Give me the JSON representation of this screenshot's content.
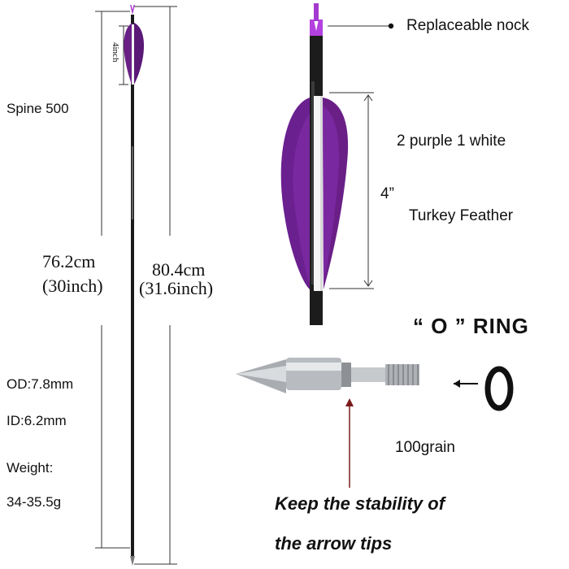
{
  "labels": {
    "spine": "Spine 500",
    "fletch_len_small": "4inch",
    "len_30_cm": "76.2cm",
    "len_30_in": "(30inch)",
    "len_31_cm": "80.4cm",
    "len_31_in": "(31.6inch)",
    "od": "OD:7.8mm",
    "id": "ID:6.2mm",
    "weight_label": "Weight:",
    "weight_value": "34-35.5g",
    "nock": "Replaceable nock",
    "fletch_colors": "2 purple 1 white",
    "fletch_len": "4”",
    "feather": "Turkey Feather",
    "ring_title": "“ O ”  RING",
    "grain": "100grain",
    "stability_line1": "Keep the stability of",
    "stability_line2": "the arrow tips"
  },
  "colors": {
    "purple": "#6a1f87",
    "shaft": "#1a1a1a",
    "steel": "#b9bcc0",
    "arrow_red": "#7a1a1a"
  }
}
